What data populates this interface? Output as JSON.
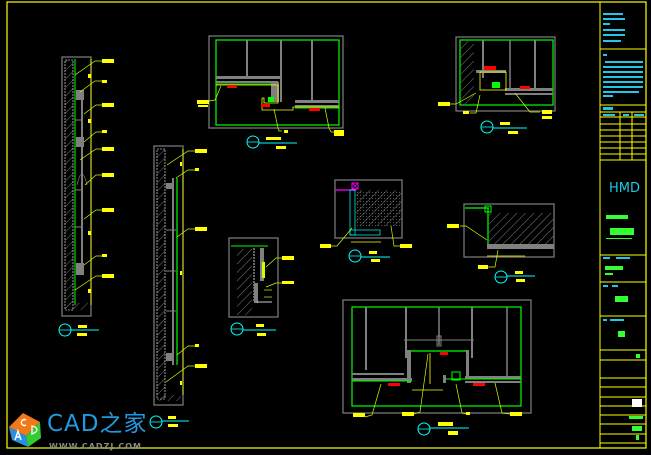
{
  "watermark": {
    "brand": "CAD之家",
    "url": "WWW.CADZJ.COM",
    "cube_letters": "CAD"
  },
  "title_block": {
    "logo": "HMD"
  },
  "colors": {
    "background": "#000000",
    "frame": "#ffff00",
    "outline": "#00ff00",
    "structure": "#808080",
    "annotation": "#ffff00",
    "symbol": "#00ffff",
    "highlight": "#ff0000",
    "magenta": "#ff00ff",
    "brand": "#1e9be0"
  }
}
